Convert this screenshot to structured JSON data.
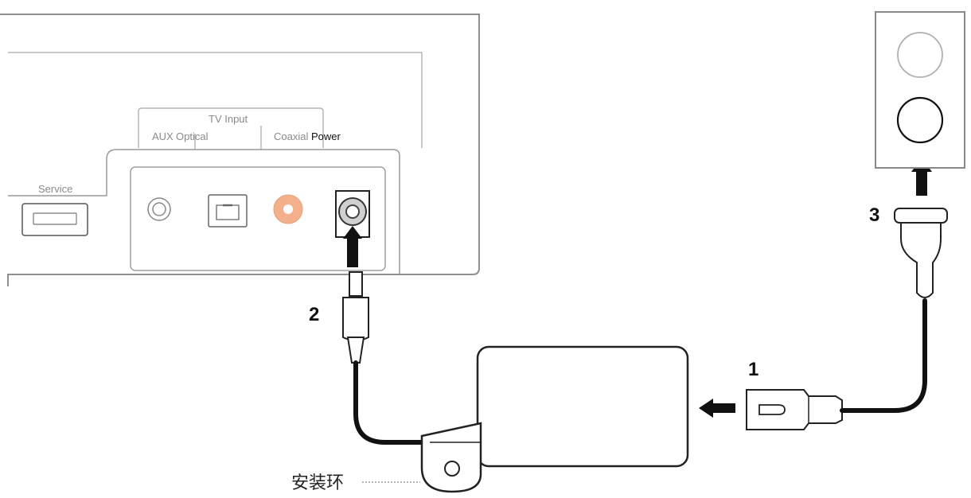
{
  "panel": {
    "tv_input_label": "TV Input",
    "aux_label": "AUX",
    "optical_label": "Optical",
    "coaxial_label": "Coaxial",
    "power_label": "Power",
    "service_label": "Service"
  },
  "steps": {
    "step1": "1",
    "step2": "2",
    "step3": "3"
  },
  "callout": {
    "mounting_ring_label": "安装环"
  },
  "colors": {
    "coaxial_port": "#f3b08a",
    "line": "#333333",
    "outline_light": "#9a9a9a"
  }
}
